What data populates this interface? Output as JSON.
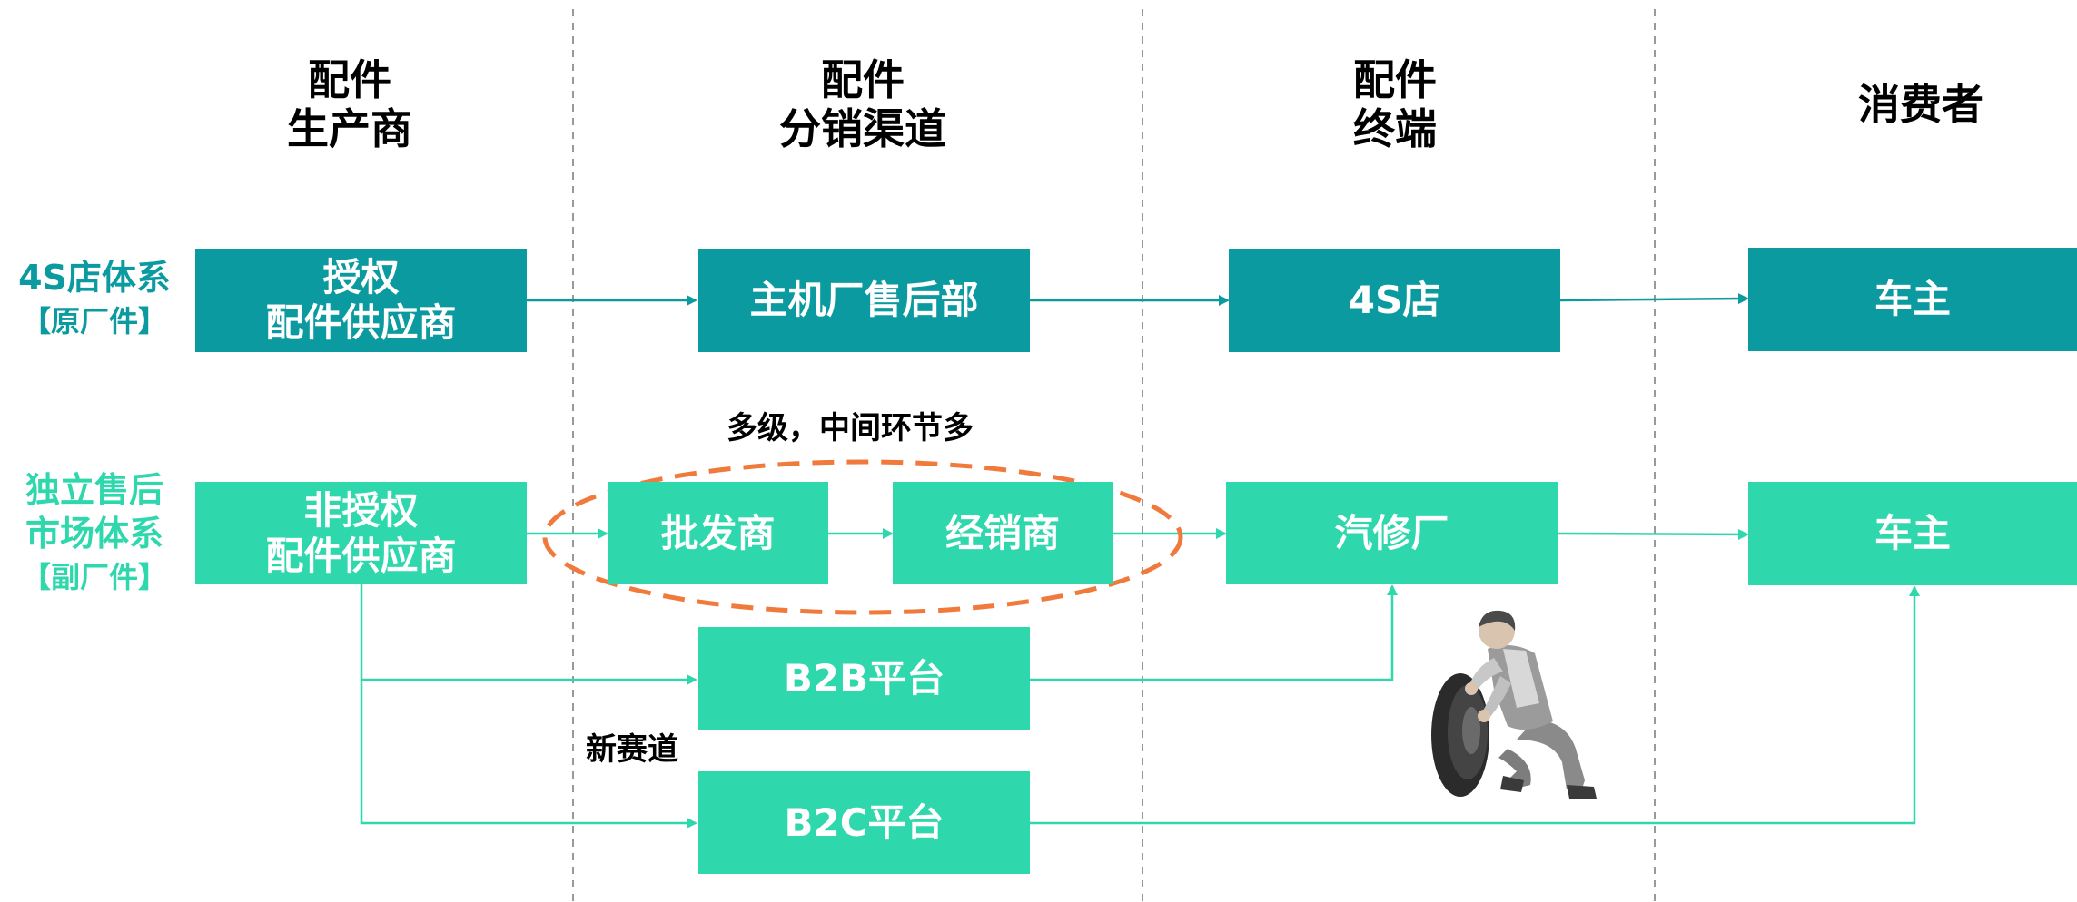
{
  "colors": {
    "dark_teal": "#0a9aa0",
    "light_teal": "#2fd7ac",
    "orange_ellipse": "#f07a3c",
    "divider": "#999999"
  },
  "columns": [
    {
      "label": "配件\n生产商"
    },
    {
      "label": "配件\n分销渠道"
    },
    {
      "label": "配件\n终端"
    },
    {
      "label": "消费者"
    }
  ],
  "rows": {
    "oem": {
      "title": "4S店体系",
      "subtitle": "【原厂件】"
    },
    "aftermarket": {
      "title": "独立售后\n市场体系",
      "subtitle": "【副厂件】"
    }
  },
  "boxes": {
    "auth_supplier": "授权\n配件供应商",
    "oem_aftersales": "主机厂售后部",
    "shop_4s": "4S店",
    "owner_top": "车主",
    "unauth_supplier": "非授权\n配件供应商",
    "wholesaler": "批发商",
    "dealer": "经销商",
    "repair_shop": "汽修厂",
    "owner_bottom": "车主",
    "b2b": "B2B平台",
    "b2c": "B2C平台"
  },
  "notes": {
    "multi_level": "多级，中间环节多",
    "new_track": "新赛道"
  },
  "illustration": "mechanic-tire-icon"
}
